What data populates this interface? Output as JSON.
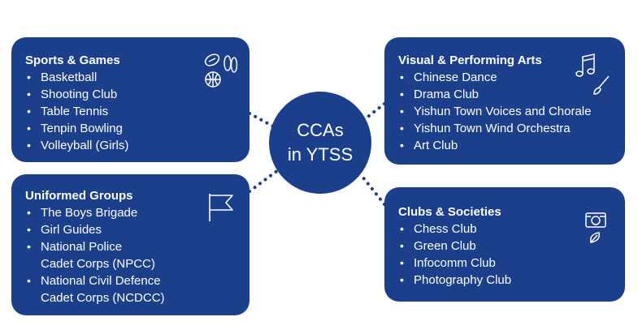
{
  "center": {
    "title": "CCAs\nin YTSS"
  },
  "groups": {
    "sports": {
      "heading": "Sports & Games",
      "icon": "sports-balls-icon",
      "items": [
        "Basketball",
        "Shooting Club",
        "Table Tennis",
        "Tenpin Bowling",
        "Volleyball (Girls)"
      ]
    },
    "uniformed": {
      "heading": "Uniformed Groups",
      "icon": "flag-icon",
      "items": [
        "The Boys Brigade",
        "Girl Guides",
        "National Police",
        "Cadet Corps (NPCC)",
        "National Civil Defence",
        "Cadet Corps (NCDCC)"
      ]
    },
    "arts": {
      "heading": "Visual & Performing Arts",
      "icon": "music-brush-icon",
      "items": [
        "Chinese Dance",
        "Drama Club",
        "Yishun Town Voices and Chorale",
        "Yishun Town Wind Orchestra",
        "Art Club"
      ]
    },
    "clubs": {
      "heading": "Clubs & Societies",
      "icon": "camera-leaf-icon",
      "items": [
        "Chess Club",
        "Green Club",
        "Infocomm Club",
        "Photography Club"
      ]
    }
  },
  "colors": {
    "box": "#1c3f8c",
    "text": "#ffffff",
    "connector": "#1c3f8c"
  }
}
